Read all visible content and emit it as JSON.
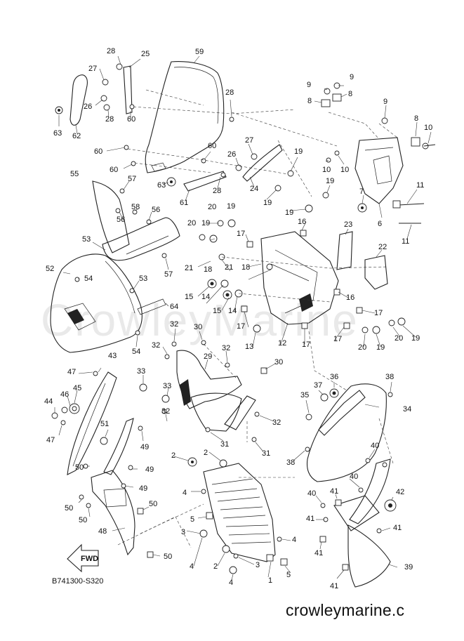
{
  "diagram": {
    "code": "B741300-S320",
    "watermark": "crowleymarine.c",
    "background_watermark": "CrowleyMarine",
    "fwd_label": "FWD",
    "callouts": [
      {
        "id": "c1",
        "label": "28"
      },
      {
        "id": "c2",
        "label": "25"
      },
      {
        "id": "c3",
        "label": "27"
      },
      {
        "id": "c4",
        "label": "26"
      },
      {
        "id": "c5",
        "label": "28"
      },
      {
        "id": "c6",
        "label": "60"
      },
      {
        "id": "c7",
        "label": "63"
      },
      {
        "id": "c8",
        "label": "62"
      },
      {
        "id": "c9",
        "label": "59"
      },
      {
        "id": "c10",
        "label": "28"
      },
      {
        "id": "c11",
        "label": "60"
      },
      {
        "id": "c12",
        "label": "60"
      },
      {
        "id": "c13",
        "label": "60"
      },
      {
        "id": "c14",
        "label": "27"
      },
      {
        "id": "c15",
        "label": "26"
      },
      {
        "id": "c16",
        "label": "24"
      },
      {
        "id": "c17",
        "label": "28"
      },
      {
        "id": "c18",
        "label": "63"
      },
      {
        "id": "c19",
        "label": "61"
      },
      {
        "id": "c20",
        "label": "55"
      },
      {
        "id": "c21",
        "label": "57"
      },
      {
        "id": "c22",
        "label": "58"
      },
      {
        "id": "c23",
        "label": "56"
      },
      {
        "id": "c24",
        "label": "56"
      },
      {
        "id": "c25",
        "label": "53"
      },
      {
        "id": "c26",
        "label": "57"
      },
      {
        "id": "c27",
        "label": "52"
      },
      {
        "id": "c28",
        "label": "54"
      },
      {
        "id": "c29",
        "label": "53"
      },
      {
        "id": "c30",
        "label": "64"
      },
      {
        "id": "c31",
        "label": "54"
      },
      {
        "id": "c32",
        "label": "9"
      },
      {
        "id": "c33",
        "label": "9"
      },
      {
        "id": "c34",
        "label": "8"
      },
      {
        "id": "c35",
        "label": "8"
      },
      {
        "id": "c36",
        "label": "9"
      },
      {
        "id": "c37",
        "label": "8"
      },
      {
        "id": "c38",
        "label": "10"
      },
      {
        "id": "c39",
        "label": "10"
      },
      {
        "id": "c40",
        "label": "10"
      },
      {
        "id": "c41",
        "label": "19"
      },
      {
        "id": "c42",
        "label": "19"
      },
      {
        "id": "c43",
        "label": "19"
      },
      {
        "id": "c44",
        "label": "19"
      },
      {
        "id": "c45",
        "label": "7"
      },
      {
        "id": "c46",
        "label": "11"
      },
      {
        "id": "c47",
        "label": "6"
      },
      {
        "id": "c48",
        "label": "11"
      },
      {
        "id": "c49",
        "label": "20"
      },
      {
        "id": "c50",
        "label": "19"
      },
      {
        "id": "c51",
        "label": "20"
      },
      {
        "id": "c52",
        "label": "19"
      },
      {
        "id": "c53",
        "label": "16"
      },
      {
        "id": "c54",
        "label": "17"
      },
      {
        "id": "c55",
        "label": "23"
      },
      {
        "id": "c56",
        "label": "22"
      },
      {
        "id": "c57",
        "label": "21"
      },
      {
        "id": "c58",
        "label": "18"
      },
      {
        "id": "c59",
        "label": "21"
      },
      {
        "id": "c60",
        "label": "18"
      },
      {
        "id": "c61",
        "label": "16"
      },
      {
        "id": "c62",
        "label": "15"
      },
      {
        "id": "c63",
        "label": "14"
      },
      {
        "id": "c64",
        "label": "15"
      },
      {
        "id": "c65",
        "label": "14"
      },
      {
        "id": "c66",
        "label": "17"
      },
      {
        "id": "c67",
        "label": "13"
      },
      {
        "id": "c68",
        "label": "12"
      },
      {
        "id": "c69",
        "label": "17"
      },
      {
        "id": "c70",
        "label": "17"
      },
      {
        "id": "c71",
        "label": "17"
      },
      {
        "id": "c72",
        "label": "20"
      },
      {
        "id": "c73",
        "label": "19"
      },
      {
        "id": "c74",
        "label": "20"
      },
      {
        "id": "c75",
        "label": "19"
      },
      {
        "id": "c76",
        "label": "32"
      },
      {
        "id": "c77",
        "label": "30"
      },
      {
        "id": "c78",
        "label": "32"
      },
      {
        "id": "c79",
        "label": "32"
      },
      {
        "id": "c80",
        "label": "29"
      },
      {
        "id": "c81",
        "label": "30"
      },
      {
        "id": "c82",
        "label": "33"
      },
      {
        "id": "c83",
        "label": "33"
      },
      {
        "id": "c84",
        "label": "32"
      },
      {
        "id": "c85",
        "label": "32"
      },
      {
        "id": "c86",
        "label": "31"
      },
      {
        "id": "c87",
        "label": "31"
      },
      {
        "id": "c88",
        "label": "43"
      },
      {
        "id": "c89",
        "label": "47"
      },
      {
        "id": "c90",
        "label": "46"
      },
      {
        "id": "c91",
        "label": "45"
      },
      {
        "id": "c92",
        "label": "44"
      },
      {
        "id": "c93",
        "label": "47"
      },
      {
        "id": "c94",
        "label": "51"
      },
      {
        "id": "c95",
        "label": "49"
      },
      {
        "id": "c96",
        "label": "50"
      },
      {
        "id": "c97",
        "label": "49"
      },
      {
        "id": "c98",
        "label": "49"
      },
      {
        "id": "c99",
        "label": "50"
      },
      {
        "id": "c100",
        "label": "50"
      },
      {
        "id": "c101",
        "label": "50"
      },
      {
        "id": "c102",
        "label": "48"
      },
      {
        "id": "c103",
        "label": "50"
      },
      {
        "id": "c104",
        "label": "2"
      },
      {
        "id": "c105",
        "label": "2"
      },
      {
        "id": "c106",
        "label": "4"
      },
      {
        "id": "c107",
        "label": "5"
      },
      {
        "id": "c108",
        "label": "3"
      },
      {
        "id": "c109",
        "label": "4"
      },
      {
        "id": "c110",
        "label": "2"
      },
      {
        "id": "c111",
        "label": "3"
      },
      {
        "id": "c112",
        "label": "4"
      },
      {
        "id": "c113",
        "label": "1"
      },
      {
        "id": "c114",
        "label": "5"
      },
      {
        "id": "c115",
        "label": "4"
      },
      {
        "id": "c116",
        "label": "38"
      },
      {
        "id": "c117",
        "label": "36"
      },
      {
        "id": "c118",
        "label": "37"
      },
      {
        "id": "c119",
        "label": "35"
      },
      {
        "id": "c120",
        "label": "34"
      },
      {
        "id": "c121",
        "label": "38"
      },
      {
        "id": "c122",
        "label": "40"
      },
      {
        "id": "c123",
        "label": "40"
      },
      {
        "id": "c124",
        "label": "41"
      },
      {
        "id": "c125",
        "label": "40"
      },
      {
        "id": "c126",
        "label": "42"
      },
      {
        "id": "c127",
        "label": "41"
      },
      {
        "id": "c128",
        "label": "41"
      },
      {
        "id": "c129",
        "label": "41"
      },
      {
        "id": "c130",
        "label": "39"
      },
      {
        "id": "c131",
        "label": "41"
      }
    ]
  }
}
